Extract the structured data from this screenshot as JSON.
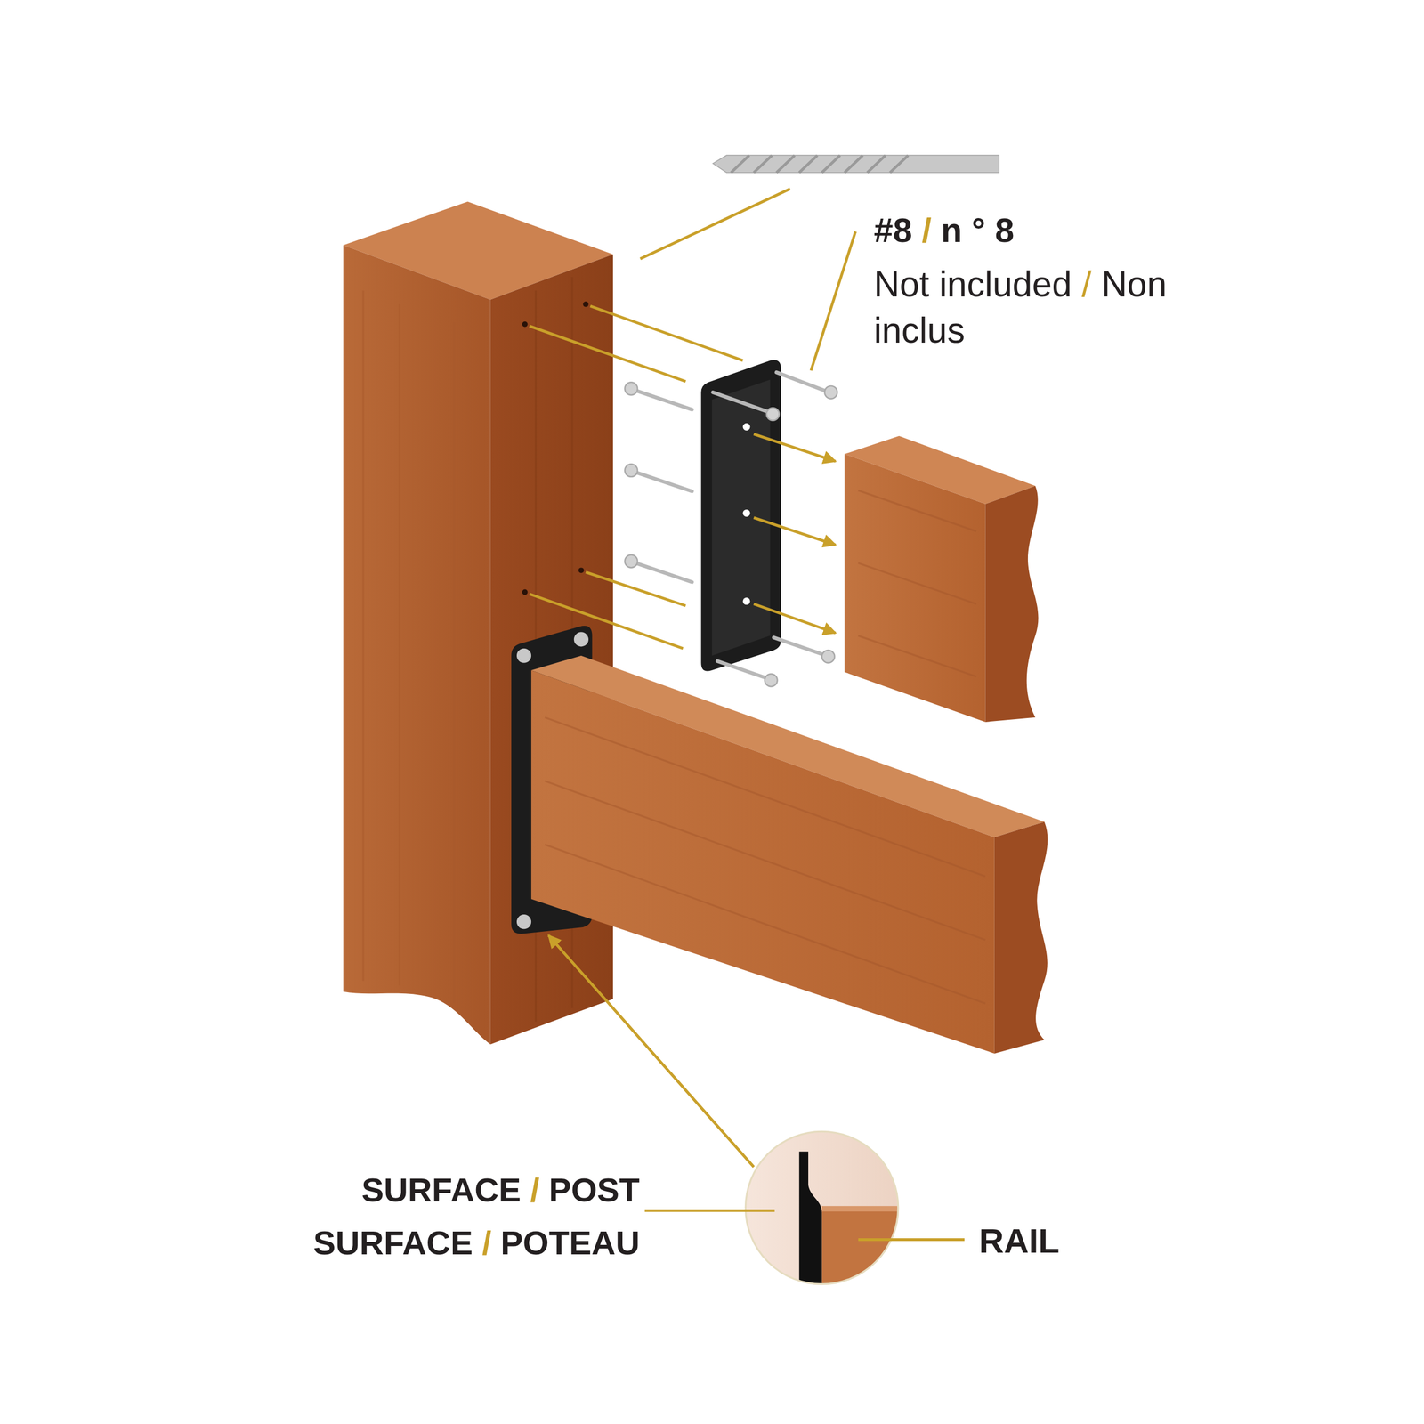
{
  "diagram": {
    "labels": [
      "#8 / n ° 8",
      "Not included / Non inclus",
      "SURFACE / POST",
      "SURFACE / POTEAU",
      "RAIL"
    ]
  }
}
